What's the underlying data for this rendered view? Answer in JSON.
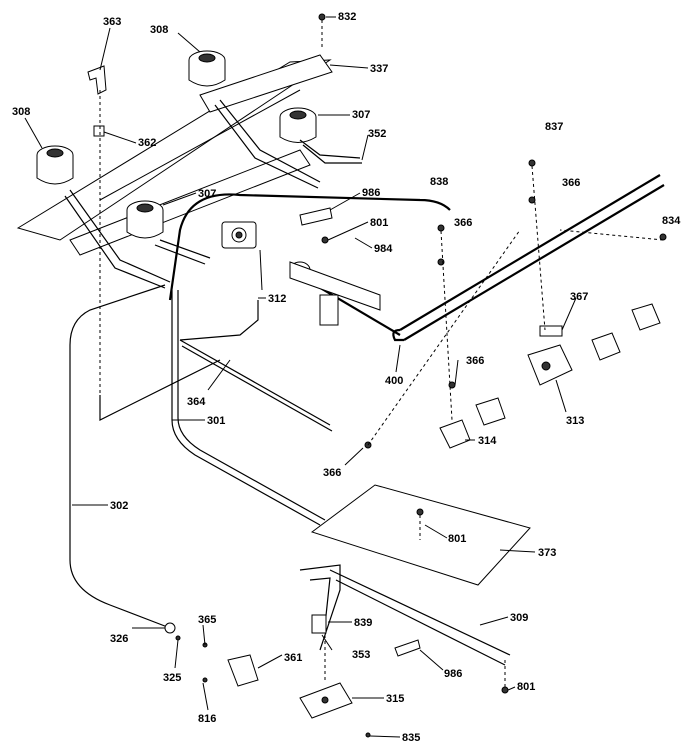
{
  "labels": {
    "l363": "363",
    "l308a": "308",
    "l832": "832",
    "l337": "337",
    "l308b": "308",
    "l307a": "307",
    "l362": "362",
    "l352": "352",
    "l837": "837",
    "l366a": "366",
    "l307b": "307",
    "l838": "838",
    "l986a": "986",
    "l834": "834",
    "l801a": "801",
    "l366b": "366",
    "l984": "984",
    "l312": "312",
    "l367": "367",
    "l400": "400",
    "l366c": "366",
    "l313": "313",
    "l364": "364",
    "l301": "301",
    "l314": "314",
    "l366d": "366",
    "l302": "302",
    "l801b": "801",
    "l373": "373",
    "l309": "309",
    "l365": "365",
    "l839": "839",
    "l326": "326",
    "l353": "353",
    "l361": "361",
    "l986b": "986",
    "l325": "325",
    "l801c": "801",
    "l315": "315",
    "l816": "816",
    "l835": "835"
  }
}
